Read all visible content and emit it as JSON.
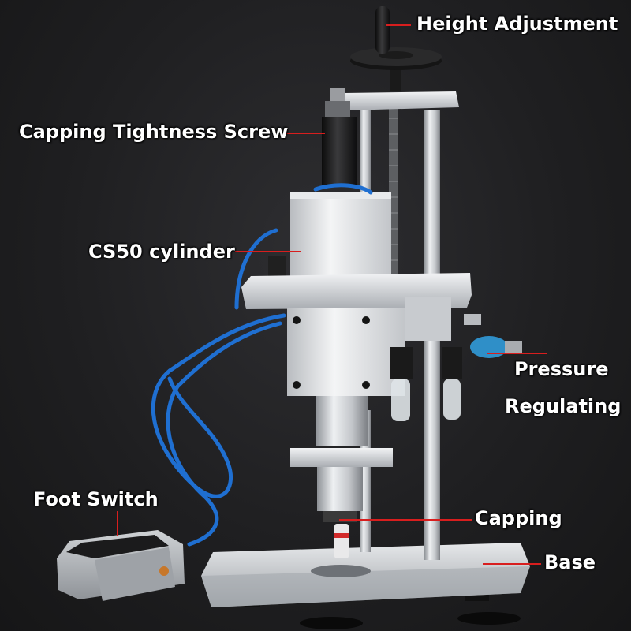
{
  "labels": {
    "height_adjustment": "Height Adjustment",
    "capping_tightness_screw": "Capping Tightness Screw",
    "cs50_cylinder": "CS50 cylinder",
    "pressure": "Pressure",
    "regulating": "Regulating",
    "foot_switch": "Foot Switch",
    "capping": "Capping",
    "base": "Base"
  },
  "colors": {
    "background": "#1f1f21",
    "leader_line": "#d81e1e",
    "label_text": "#ffffff",
    "tubing": "#1f6fd1",
    "aluminum": "#d9dbde"
  }
}
